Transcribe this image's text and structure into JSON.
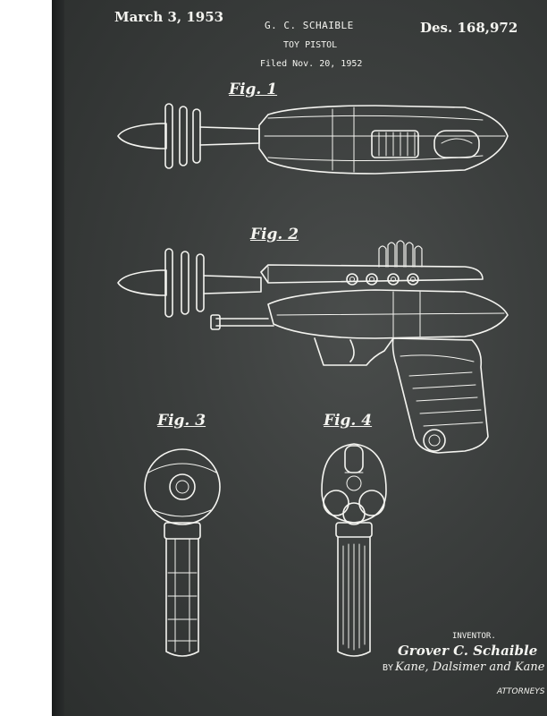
{
  "patent": {
    "date": "March 3, 1953",
    "inventor_header": "G. C. SCHAIBLE",
    "number": "Des. 168,972",
    "title": "TOY PISTOL",
    "filed": "Filed Nov. 20, 1952"
  },
  "figures": [
    "Fig. 1",
    "Fig. 2",
    "Fig. 3",
    "Fig. 4"
  ],
  "footer": {
    "inventor_label": "INVENTOR.",
    "inventor_name": "Grover C. Schaible",
    "by_label": "BY",
    "attorney_signature": "Kane, Dalsimer and Kane",
    "attorneys_label": "ATTORNEYS"
  },
  "colors": {
    "chalkboard": "#3b3e3d",
    "chalk": "#f4f4f0"
  }
}
